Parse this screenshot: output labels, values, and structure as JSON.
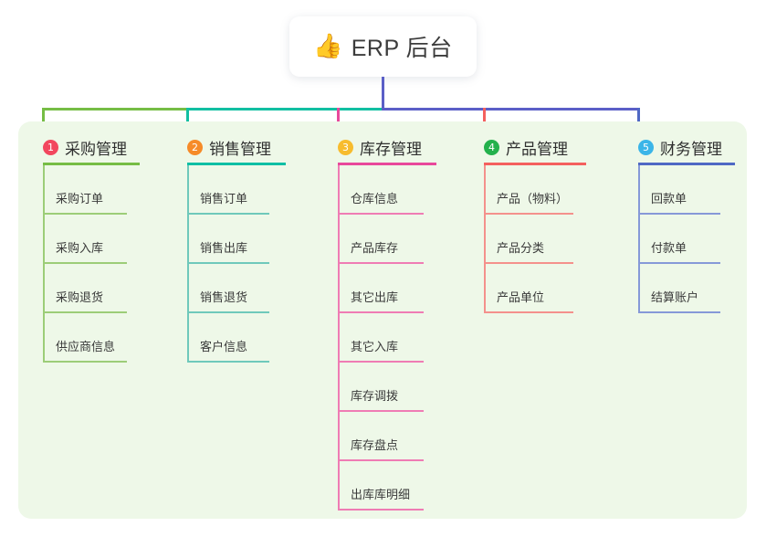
{
  "root": {
    "emoji": "👍",
    "emoji_name": "thumbs-up-icon",
    "title": "ERP 后台"
  },
  "colors": {
    "panel_bg": "#eef8e8",
    "card_bg": "#ffffff",
    "trunk": "#5b5fc7",
    "connector_green": "#76bd45",
    "connector_teal": "#12bfa2",
    "connector_blue": "#5b5fc7",
    "branch_green": "#76bd45",
    "branch_teal": "#12bfa2",
    "branch_pink": "#e8489b",
    "branch_red": "#f4605e",
    "branch_blue": "#4f68c4"
  },
  "columns": [
    {
      "index": "1",
      "badge_color": "#f2475e",
      "title": "采购管理",
      "rule_color": "#76bd45",
      "line_color": "#9ccd78",
      "items": [
        "采购订单",
        "采购入库",
        "采购退货",
        "供应商信息"
      ]
    },
    {
      "index": "2",
      "badge_color": "#f68b28",
      "title": "销售管理",
      "rule_color": "#0fbfa4",
      "line_color": "#6fc9bb",
      "items": [
        "销售订单",
        "销售出库",
        "销售退货",
        "客户信息"
      ]
    },
    {
      "index": "3",
      "badge_color": "#f7bc2e",
      "title": "库存管理",
      "rule_color": "#e8489b",
      "line_color": "#ef7cb4",
      "items": [
        "仓库信息",
        "产品库存",
        "其它出库",
        "其它入库",
        "库存调拨",
        "库存盘点",
        "出库库明细"
      ]
    },
    {
      "index": "4",
      "badge_color": "#23b14c",
      "title": "产品管理",
      "rule_color": "#f4605e",
      "line_color": "#f4918c",
      "items": [
        "产品（物料）",
        "产品分类",
        "产品单位"
      ]
    },
    {
      "index": "5",
      "badge_color": "#3bb5e8",
      "title": "财务管理",
      "rule_color": "#4f68c4",
      "line_color": "#8699d8",
      "items": [
        "回款单",
        "付款单",
        "结算账户"
      ]
    }
  ]
}
